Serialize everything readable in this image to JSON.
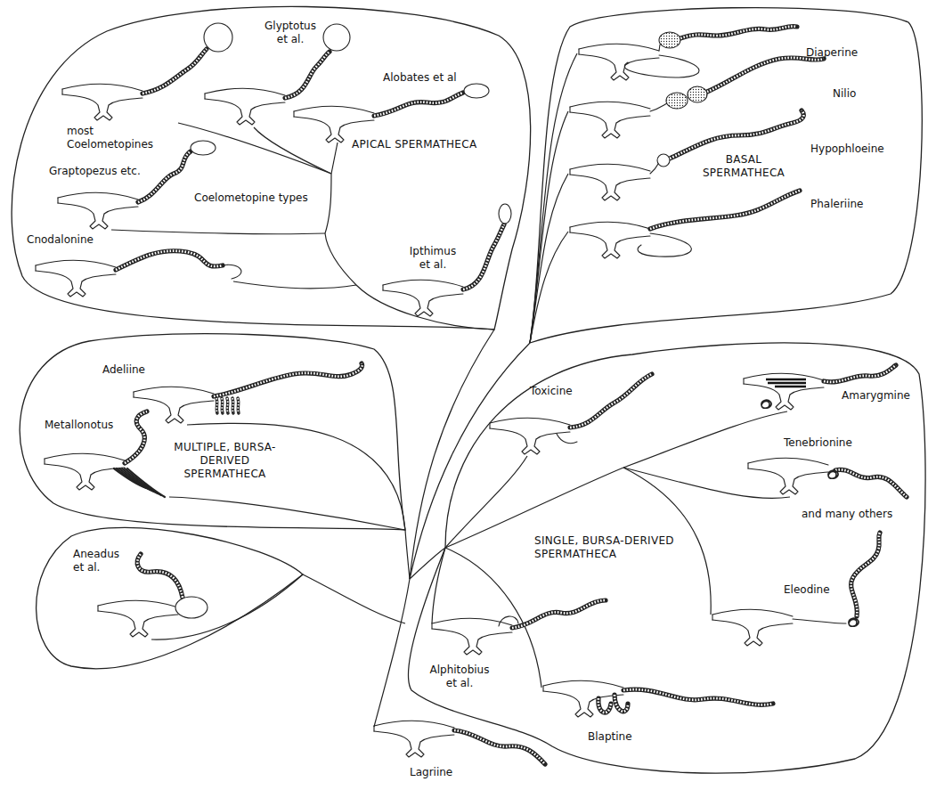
{
  "diagram": {
    "nodes": [
      {
        "text": [
          "APICAL SPERMATHECA"
        ]
      },
      {
        "text": [
          "BASAL SPERMATHECA"
        ]
      },
      {
        "text": [
          "MULTIPLE, BURSA-DERIVED SPERMATHECA"
        ]
      },
      {
        "text": [
          "SINGLE, BURSA-DERIVED SPERMATHECA"
        ]
      },
      {
        "text": [
          "Aneadus et al."
        ]
      }
    ],
    "labels": [
      "Glyptotus et al.",
      "Diaperine",
      "Alobates et al",
      "Nilio",
      "most Coelometopines",
      "Hypophloeine",
      "Graptopezus etc.",
      "Coelometopine types",
      "Phaleriine",
      "Cnodalonine",
      "Ipthimus et al.",
      "Adeliine",
      "Toxicine",
      "Amarygmine",
      "Metallonotus",
      "Tenebrionine",
      "and many others",
      "Eleodine",
      "Alphitobius et al.",
      "Blaptine",
      "Lagriine"
    ]
  }
}
